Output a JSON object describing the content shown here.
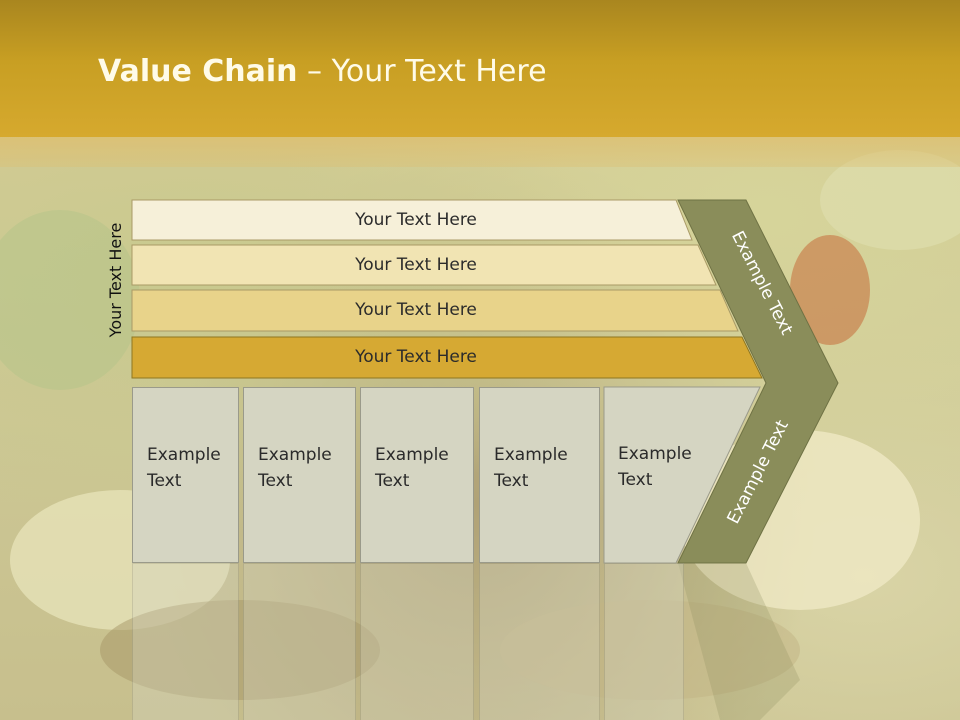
{
  "title": {
    "bold": "Value Chain",
    "rest": " – Your Text Here"
  },
  "side_label": "Your Text Here",
  "rows": [
    {
      "label": "Your Text Here",
      "color": "#f6f0d9"
    },
    {
      "label": "Your Text Here",
      "color": "#f1e4b3"
    },
    {
      "label": "Your Text Here",
      "color": "#e8d38a"
    },
    {
      "label": "Your Text Here",
      "color": "#d6a933"
    }
  ],
  "columns": [
    {
      "label": "Example Text"
    },
    {
      "label": "Example Text"
    },
    {
      "label": "Example Text"
    },
    {
      "label": "Example Text"
    },
    {
      "label": "Example Text"
    }
  ],
  "chevron": {
    "top_text": "Example Text",
    "bottom_text": "Example Text",
    "color": "#8a8d5a"
  },
  "colors": {
    "title_bar": "#c89f23",
    "column_fill": "#d5d5c2"
  }
}
